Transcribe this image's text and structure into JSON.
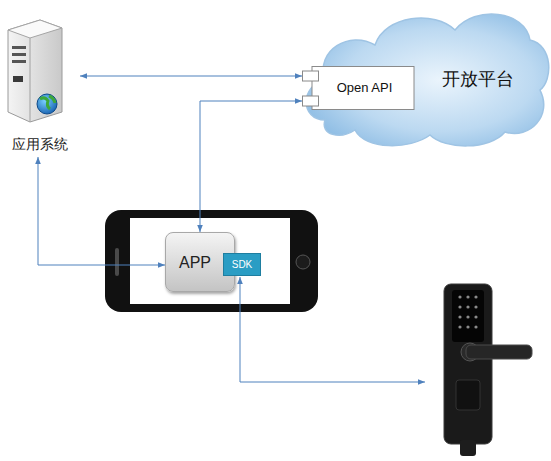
{
  "diagram": {
    "nodes": [
      {
        "text": [
          "应用系统"
        ]
      },
      {
        "text": [
          "开放平台"
        ]
      },
      {
        "text": [
          "Open API"
        ],
        "in": 1
      },
      {
        "text": [
          "APP"
        ]
      },
      {
        "text": [
          "SDK"
        ],
        "in": 3
      }
    ],
    "edges": [
      {
        "from": 0,
        "to": 2,
        "arrow": "both"
      },
      {
        "from": 3,
        "to": 2,
        "arrow": "both"
      },
      {
        "from": 0,
        "to": 3,
        "arrow": "both"
      }
    ]
  }
}
